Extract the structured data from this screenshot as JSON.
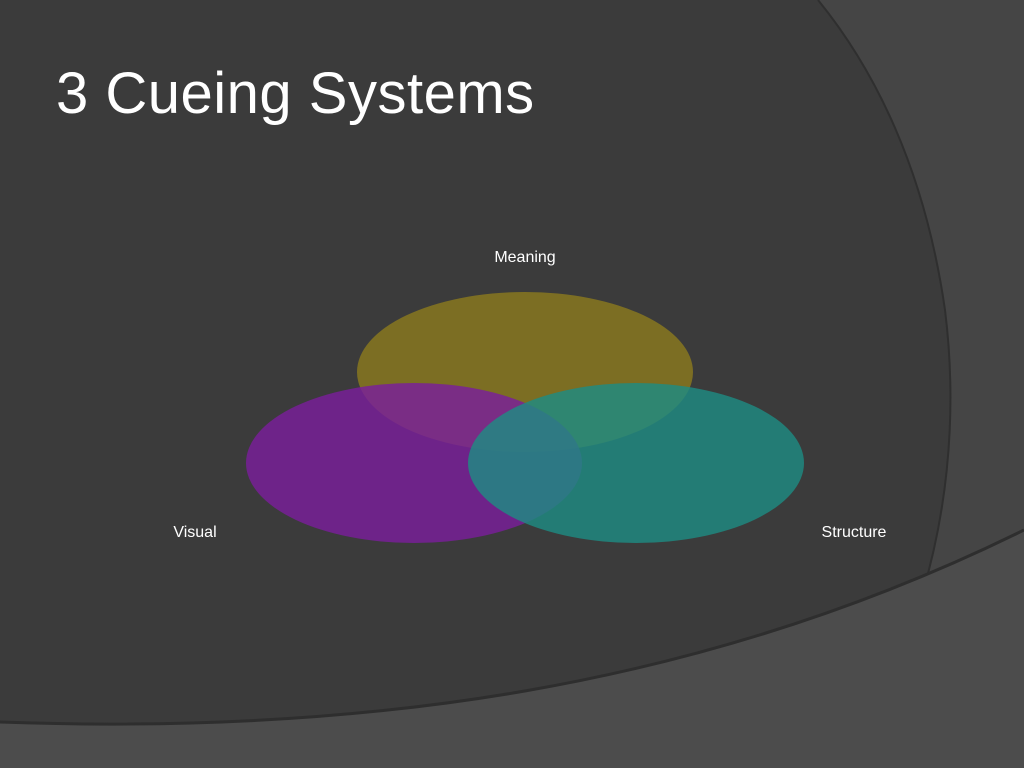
{
  "slide": {
    "title": "3 Cueing Systems"
  },
  "diagram": {
    "type": "venn",
    "sets": [
      {
        "label": "Meaning",
        "color": "#8b7a1f"
      },
      {
        "label": "Visual",
        "color": "#7a1f9b"
      },
      {
        "label": "Structure",
        "color": "#1f8b82"
      }
    ]
  },
  "colors": {
    "background": "#3b3b3b",
    "title_text": "#ffffff",
    "label_text": "#ffffff"
  }
}
